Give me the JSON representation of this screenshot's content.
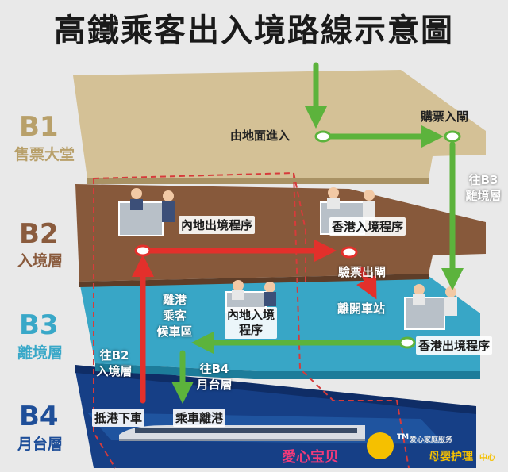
{
  "title": "高鐵乘客出入境路線示意圖",
  "levels": [
    {
      "code": "B1",
      "name": "售票大堂",
      "color": "#d2bf93"
    },
    {
      "code": "B2",
      "name": "入境層",
      "color": "#8a5b3d"
    },
    {
      "code": "B3",
      "name": "離境層",
      "color": "#39a8c8"
    },
    {
      "code": "B4",
      "name": "月台層",
      "color": "#1f4f99"
    }
  ],
  "labels": {
    "ground_entry": "由地面進入",
    "buy_ticket": "購票入閘",
    "to_b3": "往B3\n離境層",
    "mainland_exit": "內地出境程序",
    "hk_entry": "香港入境程序",
    "ticket_check": "驗票出閘",
    "leave_station": "離開車站",
    "hk_departure": "香港出境程序",
    "mainland_entry": "內地入境\n程序",
    "waiting_area": "離港\n乘客\n候車區",
    "to_b2": "往B2\n入境層",
    "to_b4": "往B4\n月台層",
    "arrive": "抵港下車",
    "board": "乘車離港"
  },
  "watermark": {
    "left": "愛心宝贝",
    "tm": "TM",
    "mid": "爱心家庭服务",
    "right": "母婴护理",
    "right_small": "中心"
  },
  "colors": {
    "green_arrow": "#5cb33c",
    "red_arrow": "#e3302b",
    "dash": "#d63b3b"
  }
}
